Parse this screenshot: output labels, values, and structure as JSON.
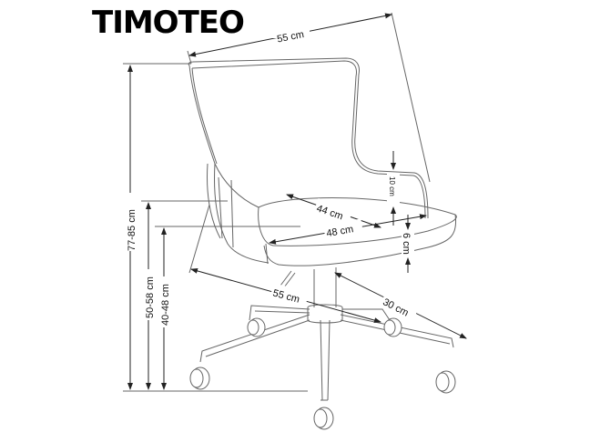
{
  "title": "TIMOTEO",
  "dimensions": {
    "back_width": "55 cm",
    "total_height": "77-85 cm",
    "armrest_height": "50-58 cm",
    "seat_height": "40-48 cm",
    "seat_depth": "44 cm",
    "seat_width": "48 cm",
    "armrest_above_seat": "10 cm",
    "seat_thickness": "6 cm",
    "base_diameter": "55 cm",
    "base_radius": "30 cm"
  },
  "colors": {
    "line": "#555555",
    "text": "#111111",
    "background": "#ffffff"
  }
}
